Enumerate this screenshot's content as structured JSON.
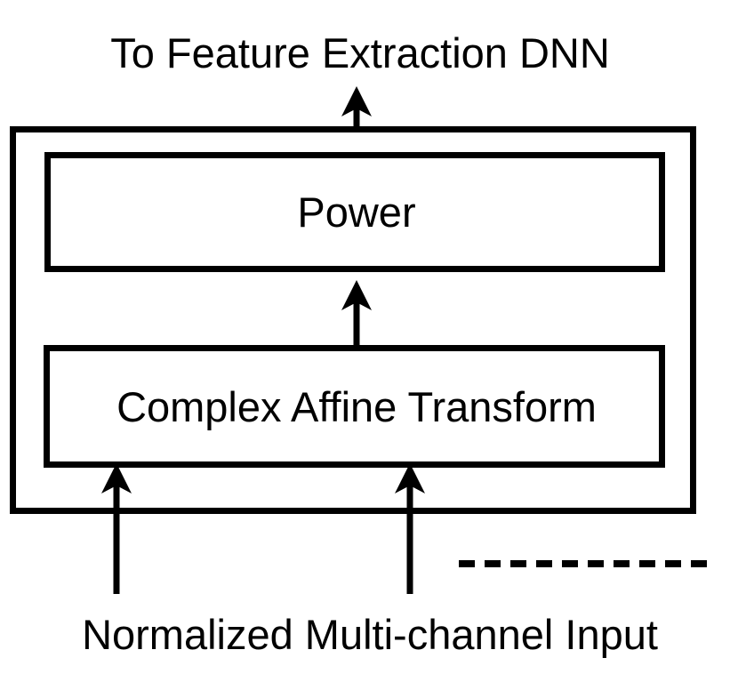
{
  "diagram": {
    "title_top": "To Feature Extraction DNN",
    "caption_bottom": "Normalized Multi-channel Input",
    "blocks": [
      {
        "id": "power",
        "label": "Power"
      },
      {
        "id": "complex-affine-transform",
        "label": "Complex Affine Transform"
      }
    ],
    "arrows": [
      {
        "id": "arrow-to-dnn",
        "direction": "up"
      },
      {
        "id": "arrow-affine-to-power",
        "direction": "up"
      },
      {
        "id": "arrow-input-left",
        "direction": "up"
      },
      {
        "id": "arrow-input-right",
        "direction": "up"
      }
    ],
    "decorations": [
      {
        "id": "dashed-separator",
        "style": "dashed"
      }
    ],
    "colors": {
      "stroke": "#000000",
      "background": "#ffffff",
      "text": "#000000"
    }
  }
}
